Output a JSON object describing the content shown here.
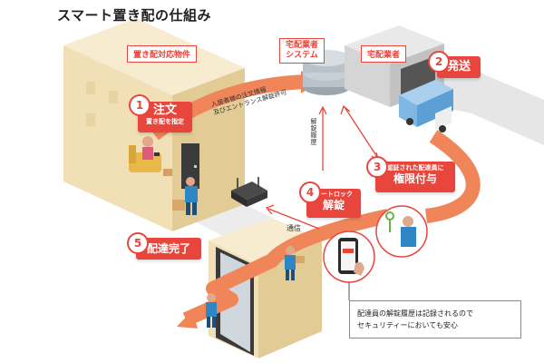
{
  "title": "スマート置き配の仕組み",
  "labels": {
    "building": "置き配対応物件",
    "system": "宅配業者\nシステム",
    "company": "宅配業者"
  },
  "steps": [
    {
      "num": "1",
      "main": "注文",
      "sub": "置き配を指定"
    },
    {
      "num": "2",
      "main": "発送"
    },
    {
      "num": "3",
      "sub": "認証された配達員に",
      "main": "権限付与"
    },
    {
      "num": "4",
      "sub": "オートロック",
      "main": "解錠"
    },
    {
      "num": "5",
      "main": "配達完了"
    }
  ],
  "annotations": {
    "order_info": "入居者様の注文情報\n及びエントランス解錠許可",
    "unlock_history": "解錠履歴",
    "communication": "通信"
  },
  "info_box": "配達員の解錠履歴は記録されるので\nセキュリティーにおいても安心",
  "colors": {
    "accent": "#e8453c",
    "arrow": "#f0855a",
    "wall": "#f1dfb6",
    "blue": "#2e86c4"
  },
  "icons": [
    "sofa-person-icon",
    "delivery-person-icon",
    "server-database-icon",
    "truck-icon",
    "smartphone-icon",
    "key-icon",
    "router-icon",
    "package-icon"
  ]
}
